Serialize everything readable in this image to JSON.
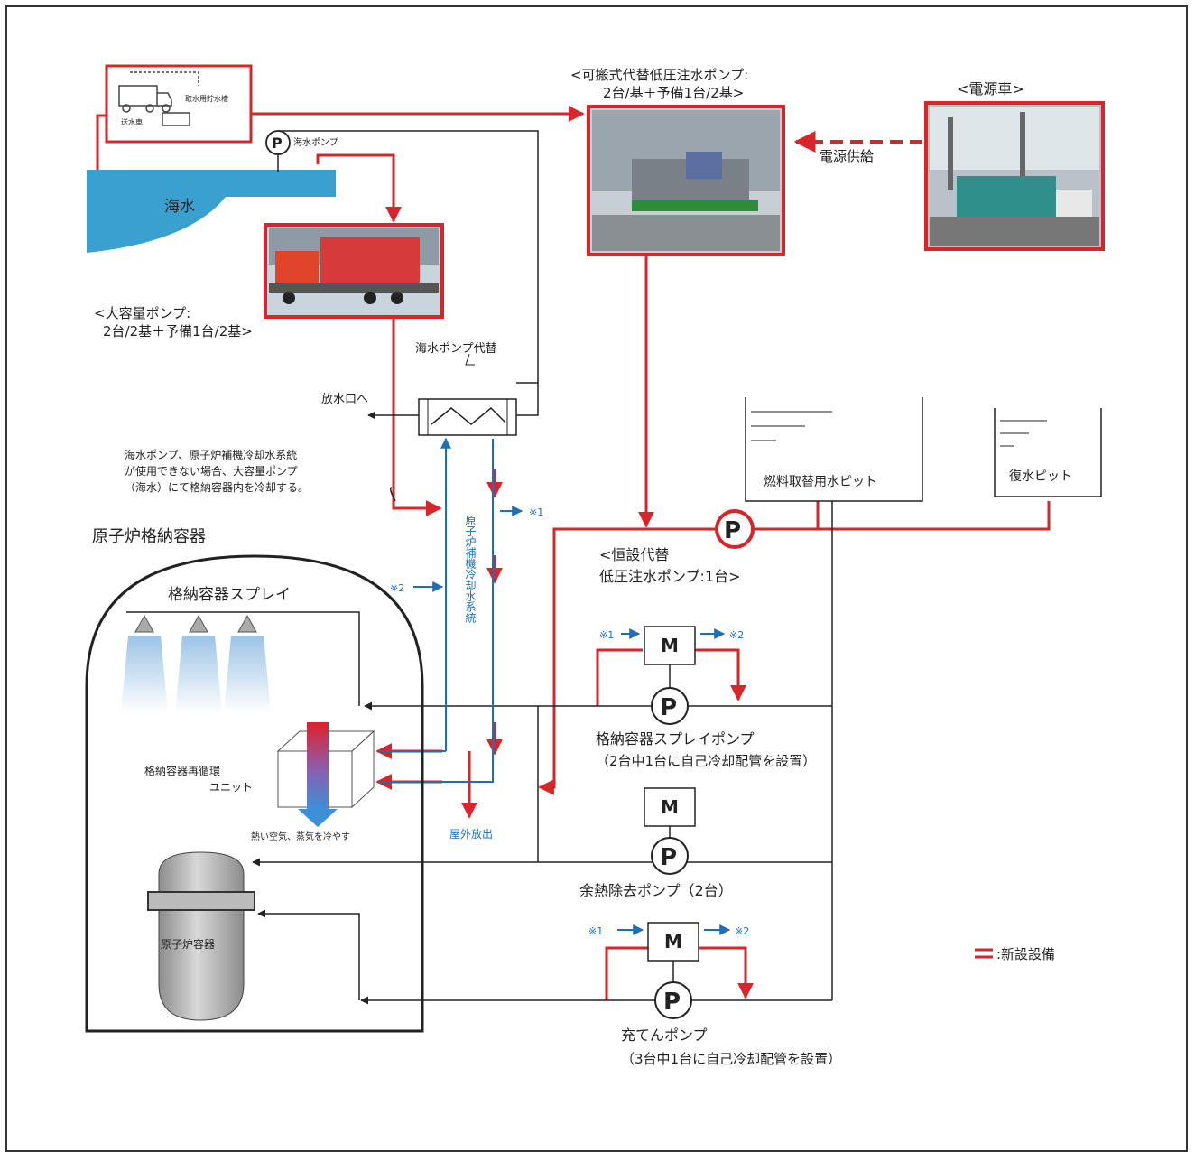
{
  "labels": {
    "portable_pump": [
      "<可搬式代替低圧注水ポンプ:",
      "2台/基＋予備1台/2基>"
    ],
    "power_car": "<電源車>",
    "power_supply": "電源供給",
    "seawater": "海水",
    "seawater_pump": "海水ポンプ",
    "water_truck": "送水車",
    "water_tank": "取水用貯水槽",
    "large_pump": [
      "<大容量ポンプ:",
      "2台/2基＋予備1台/2基>"
    ],
    "seawater_pump_alt": "海水ポンプ代替",
    "discharge": "放水口へ",
    "note": [
      "海水ポンプ、原子炉補機冷却水系統",
      "が使用できない場合、大容量ポンプ",
      "（海水）にて格納容器内を冷却する。"
    ],
    "fuel_pit": "燃料取替用水ピット",
    "condensate_pit": "復水ピット",
    "permanent_pump": [
      "<恒設代替",
      "低圧注水ポンプ:1台>"
    ],
    "containment": "原子炉格納容器",
    "spray": "格納容器スプレイ",
    "ccw_system": "原子炉補機冷却水系統",
    "ref1": "※1",
    "ref2": "※2",
    "spray_pump": [
      "格納容器スプレイポンプ",
      "（2台中1台に自己冷却配管を設置）"
    ],
    "recirc_unit": [
      "格納容器再循環",
      "ユニット"
    ],
    "hot_air": "熱い空気、蒸気を冷やす",
    "outdoor_release": "屋外放出",
    "rhr_pump": "余熱除去ポンプ（2台）",
    "charging_pump": [
      "充てんポンプ",
      "（3台中1台に自己冷却配管を設置）"
    ],
    "rpv": "原子炉容器",
    "legend": ":新設設備",
    "pump_symbol": "P",
    "motor_symbol": "M"
  },
  "colors": {
    "new_equipment": "#d7262b",
    "existing_line": "#222222",
    "cooling_water": "#1f6fb5",
    "sea": "#3aa0d0"
  }
}
